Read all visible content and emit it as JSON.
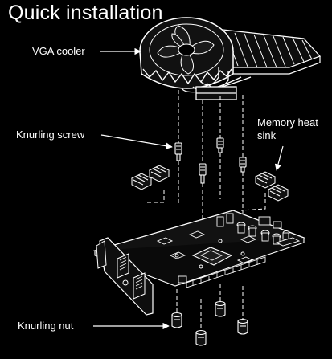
{
  "title": "Quick installation",
  "labels": {
    "vga_cooler": "VGA cooler",
    "knurling_screw": "Knurling screw",
    "memory_heat_sink": "Memory heat sink",
    "knurling_nut": "Knurling nut"
  },
  "colors": {
    "background": "#000000",
    "text": "#ffffff",
    "line_art": "#ffffff",
    "parts_fill": "#111111"
  }
}
